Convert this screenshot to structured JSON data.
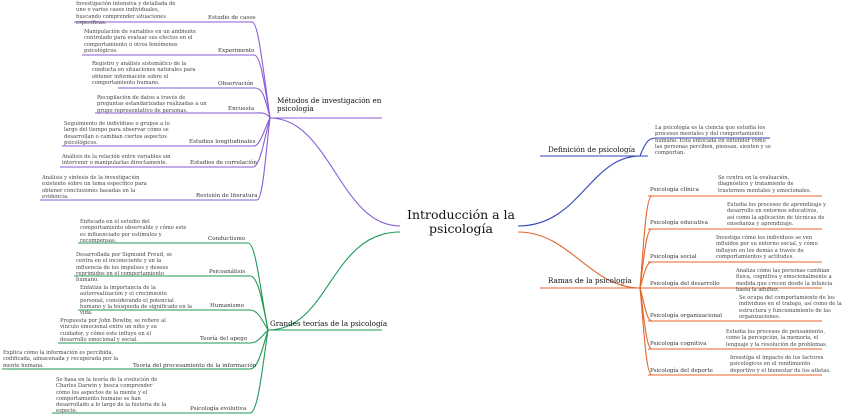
{
  "center": {
    "title_line1": "Introducción a la",
    "title_line2": "psicología"
  },
  "colors": {
    "purple": "#8a5cd6",
    "green": "#1e9a57",
    "blue": "#3444b5",
    "orange": "#e0672c"
  },
  "methods": {
    "title_line1": "Métodos de investigación en",
    "title_line2": "psicología",
    "items": [
      {
        "label": "Estudio de casos",
        "desc": "Investigación intensiva y detallada de uno o varios casos individuales, buscando comprender situaciones específicas."
      },
      {
        "label": "Experimento",
        "desc": "Manipulación de variables en un ambiente controlado para evaluar sus efectos en el comportamiento u otros fenómenos psicológicos."
      },
      {
        "label": "Observación",
        "desc": "Registro y análisis sistemático de la conducta en situaciones naturales para obtener información sobre el comportamiento humano."
      },
      {
        "label": "Encuesta",
        "desc": "Recopilación de datos a través de preguntas estandarizadas realizadas a un grupo representativo de personas."
      },
      {
        "label": "Estudios longitudinales",
        "desc": "Seguimiento de individuos o grupos a lo largo del tiempo para observar cómo se desarrollan o cambian ciertos aspectos psicológicos."
      },
      {
        "label": "Estudios de correlación",
        "desc": "Análisis de la relación entre variables sin intervenir o manipularlas directamente."
      },
      {
        "label": "Revisión de literatura",
        "desc": "Análisis y síntesis de la investigación existente sobre un tema específico para obtener conclusiones basadas en la evidencia."
      }
    ]
  },
  "theories": {
    "title": "Grandes teorías de la psicología",
    "items": [
      {
        "label": "Conductismo",
        "desc": "Enfocado en el estudio del comportamiento observable y cómo este es influenciado por estímulos y recompensas."
      },
      {
        "label": "Psicoanálisis",
        "desc": "Desarrollada por Sigmund Freud, se centra en el inconsciente y en la influencia de los impulsos y deseos reprimidos en el comportamiento humano."
      },
      {
        "label": "Humanismo",
        "desc": "Enfatiza la importancia de la autorrealización y el crecimiento personal, considerando el potencial humano y la búsqueda de significado en la vida."
      },
      {
        "label": "Teoría del apego",
        "desc": "Propuesta por John Bowlby, se refiere al vínculo emocional entre un niño y su cuidador, y cómo este influye en el desarrollo emocional y social."
      },
      {
        "label": "Teoría del procesamiento de la información",
        "desc": "Explica cómo la información es percibida, codificada, almacenada y recuperada por la mente humana."
      },
      {
        "label": "Psicología evolutiva",
        "desc": "Se basa en la teoría de la evolución de Charles Darwin y busca comprender cómo los aspectos de la mente y el comportamiento humano se han desarrollado a lo largo de la historia de la especie."
      }
    ]
  },
  "definition": {
    "title": "Definición de psicología",
    "desc": "La psicología es la ciencia que estudia los procesos mentales y del comportamiento humano. Está enfocada en entender cómo las personas perciben, piensan, sienten y se comportan."
  },
  "branches": {
    "title": "Ramas de la psicología",
    "items": [
      {
        "label": "Psicología clínica",
        "desc": "Se centra en la evaluación, diagnóstico y tratamiento de trastornos mentales y emocionales."
      },
      {
        "label": "Psicología educativa",
        "desc": "Estudia los procesos de aprendizaje y desarrollo en entornos educativos, así como la aplicación de técnicas de enseñanza y aprendizaje."
      },
      {
        "label": "Psicología social",
        "desc": "Investiga cómo los individuos se ven influidos por su entorno social, y cómo influyen en los demás a través de comportamientos y actitudes."
      },
      {
        "label": "Psicología del desarrollo",
        "desc": "Analiza cómo las personas cambian física, cognitiva y emocionalmente a medida que crecen desde la infancia hasta la adultez."
      },
      {
        "label": "Psicología organizacional",
        "desc": "Se ocupa del comportamiento de los individuos en el trabajo, así como de la estructura y funcionamiento de las organizaciones."
      },
      {
        "label": "Psicología cognitiva",
        "desc": "Estudia los procesos de pensamiento, como la percepción, la memoria, el lenguaje y la resolución de problemas."
      },
      {
        "label": "Psicología del deporte",
        "desc": "Investiga el impacto de los factores psicológicos en el rendimiento deportivo y el bienestar de los atletas."
      }
    ]
  }
}
